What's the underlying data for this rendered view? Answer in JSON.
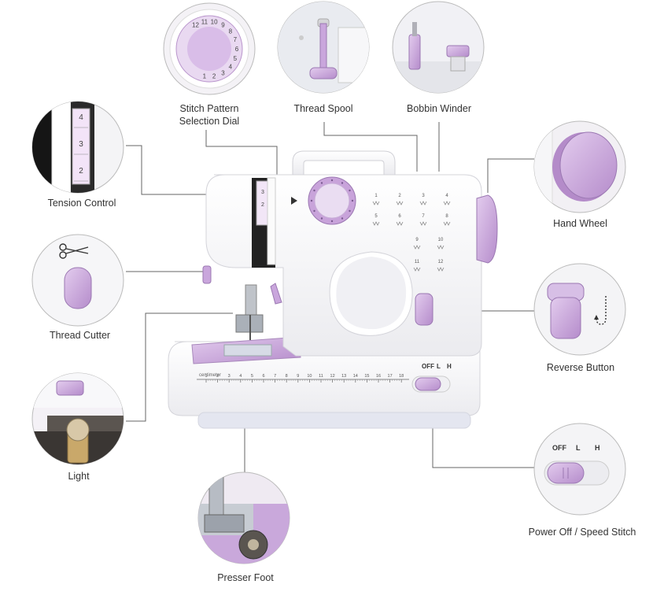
{
  "labels": {
    "stitch_pattern": [
      "Stitch Pattern",
      "Selection Dial"
    ],
    "thread_spool": "Thread Spool",
    "bobbin_winder": "Bobbin Winder",
    "tension_control": "Tension Control",
    "hand_wheel": "Hand Wheel",
    "thread_cutter": "Thread Cutter",
    "reverse_button": "Reverse Button",
    "light": "Light",
    "power_switch": "Power Off / Speed Stitch",
    "presser_foot": "Presser Foot"
  },
  "switch_labels": {
    "off": "OFF",
    "low": "L",
    "high": "H"
  },
  "dial_numbers": [
    "12",
    "11",
    "10",
    "9",
    "8",
    "7",
    "6",
    "5",
    "4",
    "3",
    "2",
    "1"
  ],
  "tension_numbers": [
    "4",
    "3",
    "2"
  ],
  "stitch_numbers": [
    "1",
    "2",
    "3",
    "4",
    "5",
    "6",
    "7",
    "8",
    "9",
    "10",
    "11",
    "12"
  ],
  "ruler": {
    "unit": "centimeter",
    "marks": [
      "1",
      "2",
      "3",
      "4",
      "5",
      "6",
      "7",
      "8",
      "9",
      "10",
      "11",
      "12",
      "13",
      "14",
      "15",
      "16",
      "17",
      "18"
    ]
  },
  "colors": {
    "accent": "#c9a6dc",
    "accent_dark": "#a77fc0",
    "body": "#f7f7f9",
    "line": "#555555"
  }
}
